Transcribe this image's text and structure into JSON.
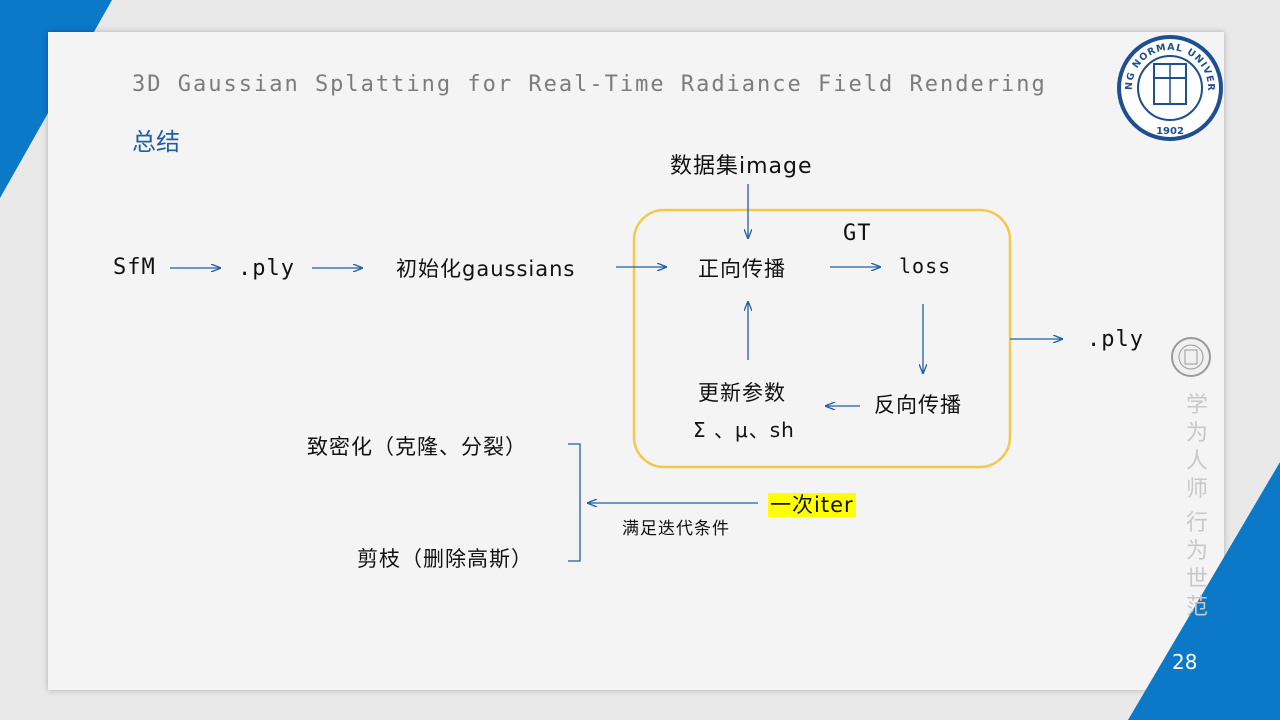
{
  "header": {
    "title": "3D Gaussian Splatting for Real-Time Radiance Field Rendering",
    "section": "总结"
  },
  "logo": {
    "top_text": "BEIJING NORMAL UNIVERSITY",
    "year": "1902"
  },
  "motto": [
    "学",
    "为",
    "人",
    "师",
    "行",
    "为",
    "世",
    "范"
  ],
  "diagram": {
    "dataset": "数据集image",
    "sfm": "SfM",
    "ply_in": ".ply",
    "init": "初始化gaussians",
    "forward": "正向传播",
    "gt": "GT",
    "loss": "loss",
    "backward": "反向传播",
    "update": "更新参数",
    "params": "Σ 、μ、sh",
    "ply_out": ".ply",
    "densify": "致密化（克隆、分裂）",
    "prune": "剪枝（删除高斯）",
    "iter": "一次iter",
    "condition": "满足迭代条件"
  },
  "colors": {
    "accent_blue": "#0b78c8",
    "box_border": "#f2c94c",
    "arrow": "#1f5fa8",
    "highlight": "#ffff00"
  },
  "page": {
    "number": "28"
  }
}
